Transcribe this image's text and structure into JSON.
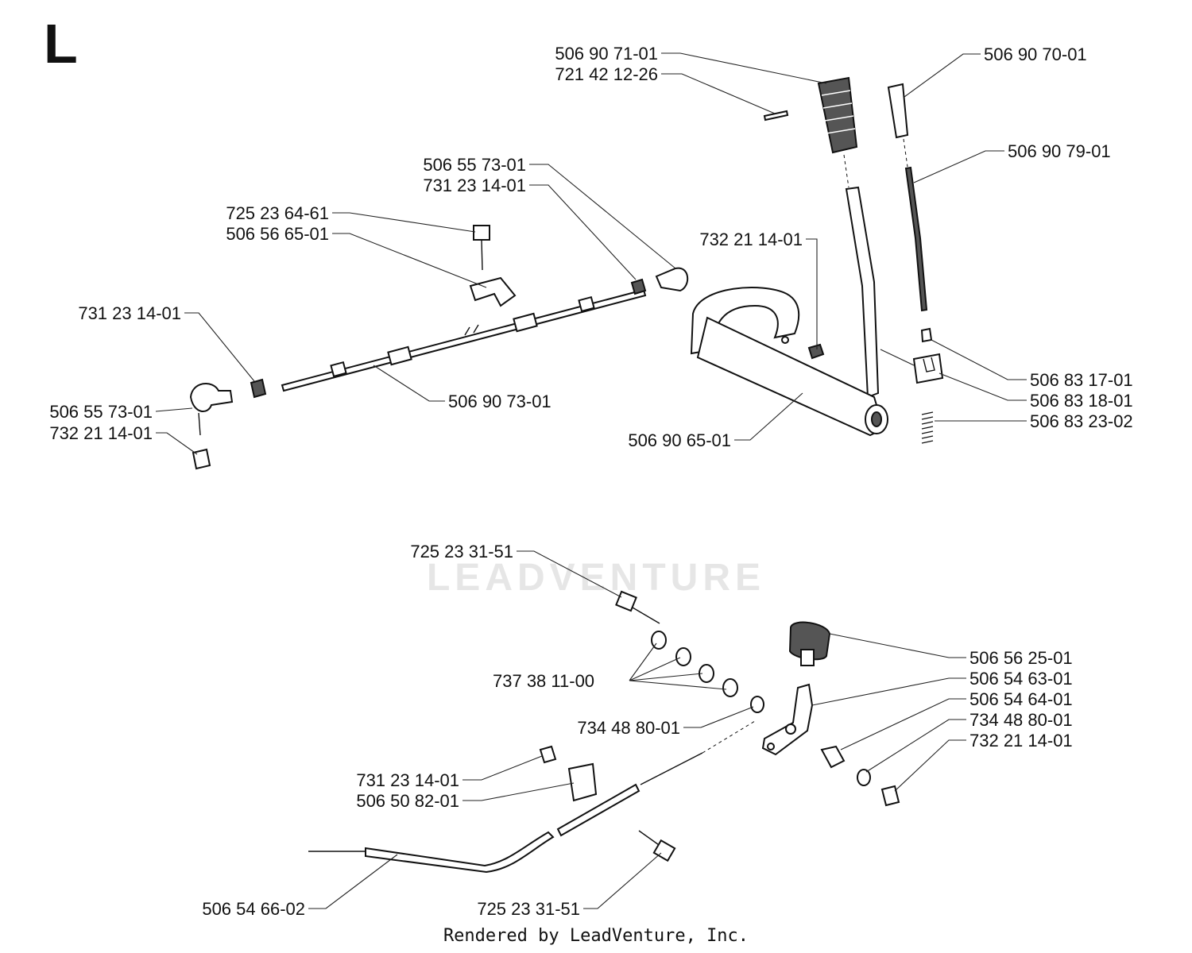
{
  "section_letter": "L",
  "watermark": "LEADVENTURE",
  "footer": "Rendered by LeadVenture, Inc.",
  "labels": {
    "p1": "506 90 71-01",
    "p2": "721 42 12-26",
    "p3": "506 90 70-01",
    "p4": "506 90 79-01",
    "p5": "506 55 73-01",
    "p6": "731 23 14-01",
    "p7": "725 23 64-61",
    "p8": "506 56 65-01",
    "p9": "732 21 14-01",
    "p10": "731 23 14-01",
    "p11": "506 55 73-01",
    "p12": "732 21 14-01",
    "p13": "506 90 73-01",
    "p14": "506 90 65-01",
    "p15": "506 83 17-01",
    "p16": "506 83 18-01",
    "p17": "506 83 23-02",
    "p18": "725 23 31-51",
    "p19": "737 38 11-00",
    "p20": "734 48 80-01",
    "p21": "506 56 25-01",
    "p22": "506 54 63-01",
    "p23": "506 54 64-01",
    "p24": "734 48 80-01",
    "p25": "732 21 14-01",
    "p26": "731 23 14-01",
    "p27": "506 50 82-01",
    "p28": "506 54 66-02",
    "p29": "725 23 31-51"
  }
}
